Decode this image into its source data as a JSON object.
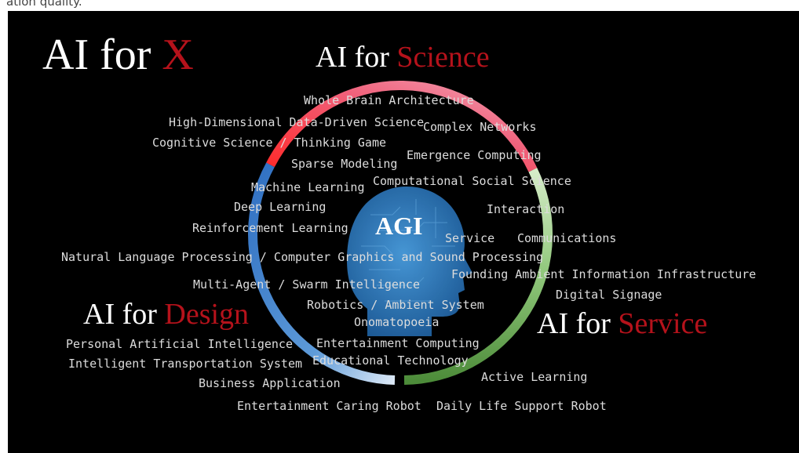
{
  "header_text": "ation quality.",
  "titles": {
    "x": {
      "prefix": "AI for ",
      "accent": "X"
    },
    "science": {
      "prefix": "AI for ",
      "accent": "Science"
    },
    "design": {
      "prefix": "AI for ",
      "accent": "Design"
    },
    "service": {
      "prefix": "AI for ",
      "accent": "Service"
    }
  },
  "center_label": "AGI",
  "colors": {
    "background": "#000000",
    "accent_red": "#b5121b",
    "ring_science": "#e8334a",
    "ring_design": "#3f86d6",
    "ring_service": "#7cb865",
    "head_blue": "#2f7fc4"
  },
  "terms": [
    "Whole Brain Architecture",
    "High-Dimensional Data-Driven Science",
    "Complex Networks",
    "Cognitive Science / Thinking Game",
    "Emergence Computing",
    "Sparse Modeling",
    "Computational Social Science",
    "Machine Learning",
    "Deep Learning",
    "Interaction",
    "Reinforcement Learning",
    "Service",
    "Communications",
    "Natural Language Processing / Computer Graphics and Sound Processing",
    "Founding Ambient Information Infrastructure",
    "Multi-Agent / Swarm Intelligence",
    "Digital Signage",
    "Robotics / Ambient System",
    "Onomatopoeia",
    "Personal Artificial Intelligence",
    "Entertainment Computing",
    "Intelligent Transportation System",
    "Educational Technology",
    "Business Application",
    "Active Learning",
    "Entertainment Caring Robot",
    "Daily Life Support Robot"
  ]
}
